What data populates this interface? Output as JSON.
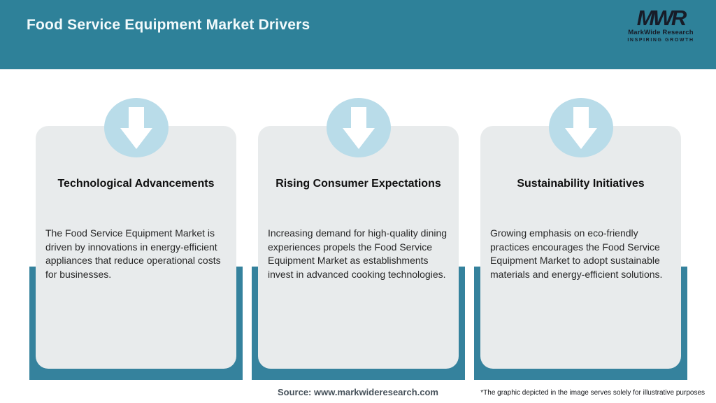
{
  "header": {
    "title": "Food Service Equipment Market Drivers"
  },
  "logo": {
    "monogram": "MWR",
    "name": "MarkWide Research",
    "tagline": "INSPIRING GROWTH"
  },
  "cards": [
    {
      "title": "Technological Advancements",
      "body": "The Food Service Equipment Market is driven by innovations in energy-efficient appliances that reduce operational costs for businesses."
    },
    {
      "title": "Rising Consumer Expectations",
      "body": "Increasing demand for high-quality dining experiences propels the Food Service Equipment Market as establishments invest in advanced cooking technologies."
    },
    {
      "title": "Sustainability Initiatives",
      "body": "Growing emphasis on eco-friendly practices encourages the Food Service Equipment Market to adopt sustainable materials and energy-efficient solutions."
    }
  ],
  "footer": {
    "source": "Source: www.markwideresearch.com",
    "disclaimer": "*The graphic depicted in the image serves solely for illustrative purposes"
  },
  "colors": {
    "header_teal": "#2e8199",
    "bar_teal": "#35829d",
    "circle_blue": "#b9dce9",
    "card_bg": "#e8ebec",
    "logo_dark": "#171c28"
  }
}
